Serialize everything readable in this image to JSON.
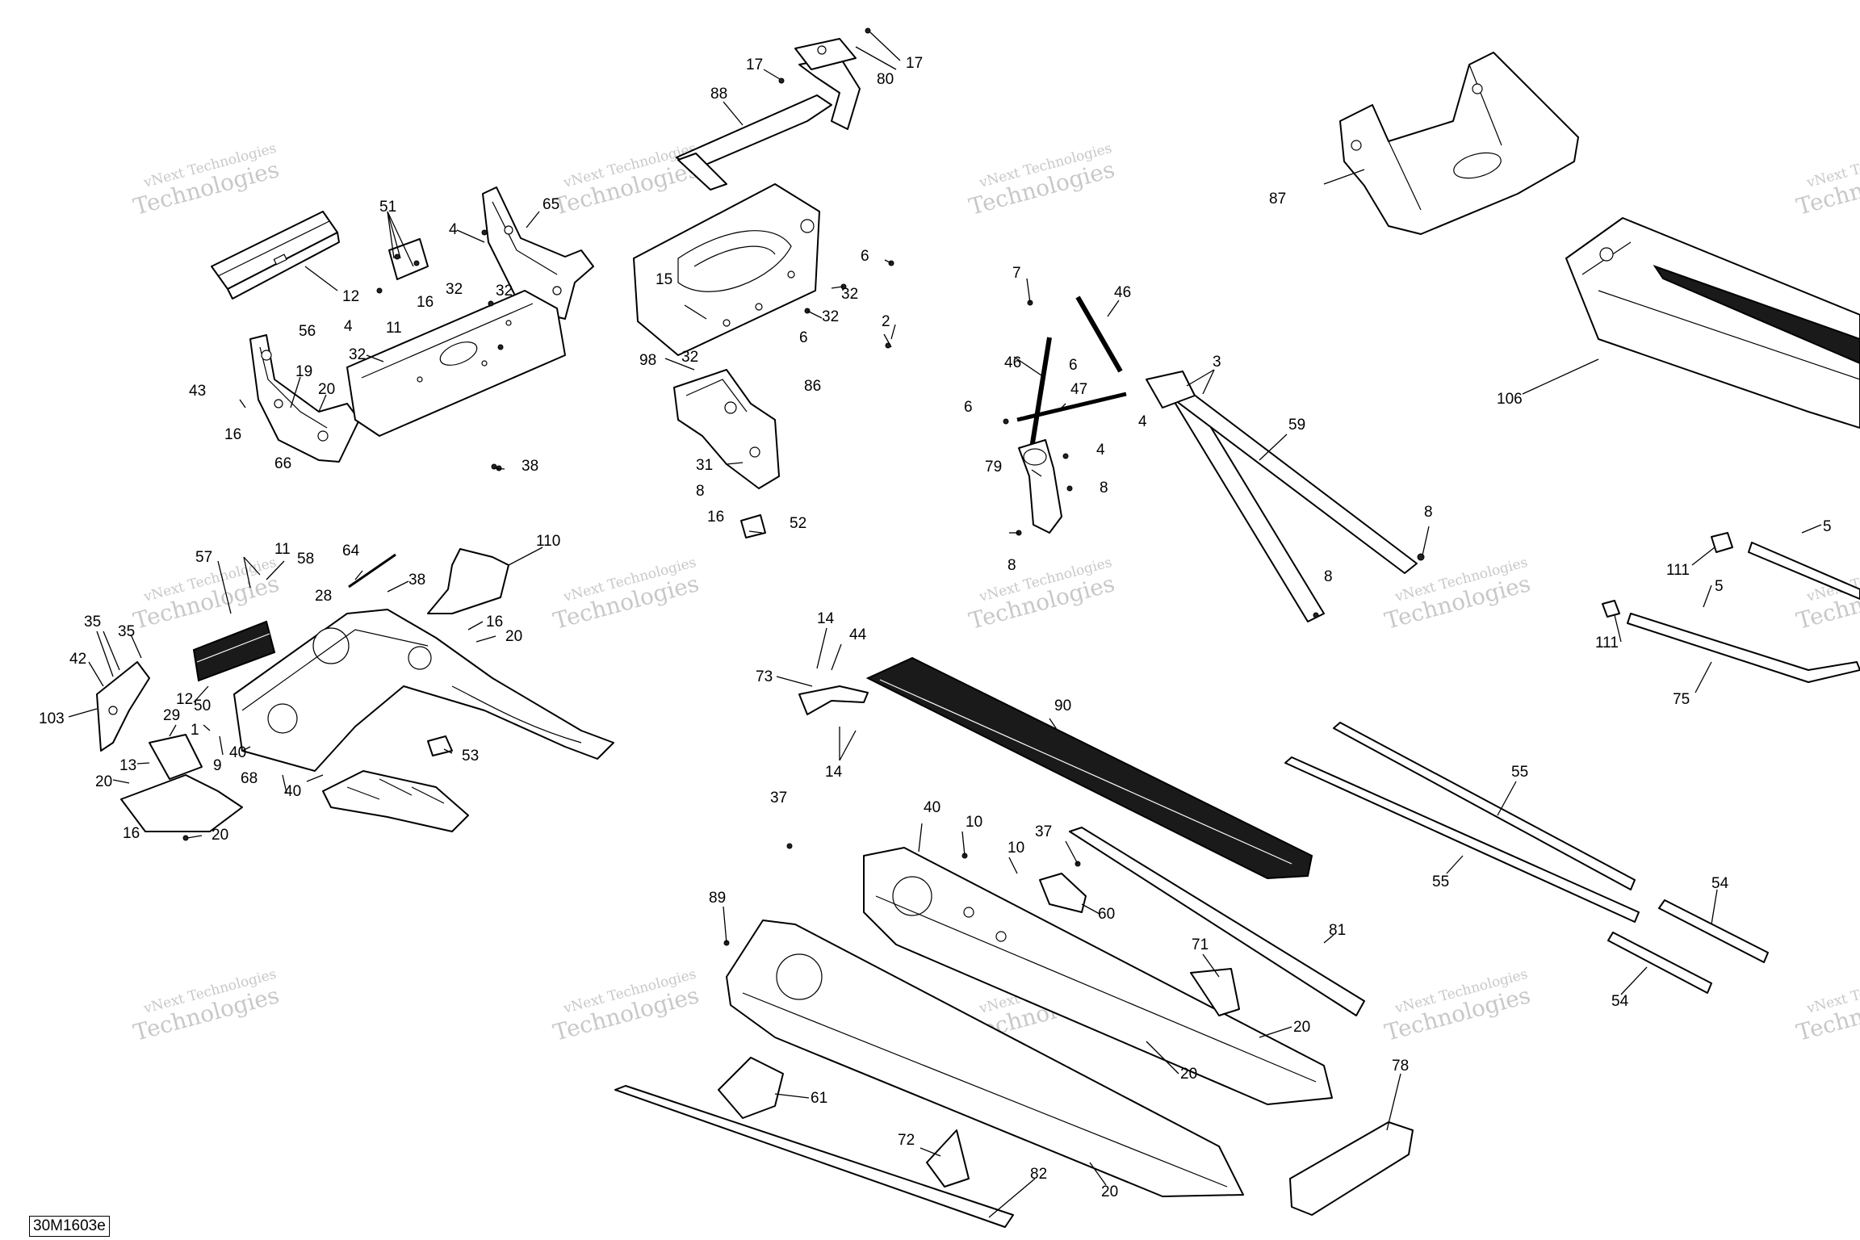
{
  "document_code": "30M1603e",
  "watermark": {
    "line1": "vNext Technologies",
    "line2": "Technologies"
  },
  "callouts": [
    "17",
    "80",
    "17",
    "88",
    "65",
    "51",
    "4",
    "12",
    "16",
    "56",
    "4",
    "11",
    "32",
    "32",
    "32",
    "19",
    "20",
    "43",
    "16",
    "66",
    "38",
    "6",
    "32",
    "15",
    "32",
    "6",
    "2",
    "98",
    "86",
    "31",
    "8",
    "16",
    "52",
    "32",
    "87",
    "106",
    "7",
    "46",
    "6",
    "46",
    "3",
    "6",
    "47",
    "4",
    "4",
    "59",
    "79",
    "8",
    "8",
    "8",
    "8",
    "57",
    "11",
    "58",
    "64",
    "110",
    "28",
    "38",
    "16",
    "20",
    "35",
    "35",
    "42",
    "103",
    "12",
    "29",
    "50",
    "1",
    "9",
    "40",
    "13",
    "20",
    "68",
    "40",
    "53",
    "16",
    "20",
    "14",
    "44",
    "73",
    "14",
    "90",
    "37",
    "40",
    "10",
    "10",
    "37",
    "60",
    "81",
    "71",
    "89",
    "20",
    "20",
    "61",
    "72",
    "82",
    "20",
    "55",
    "55",
    "54",
    "54",
    "78",
    "111",
    "5",
    "111",
    "5",
    "75"
  ]
}
